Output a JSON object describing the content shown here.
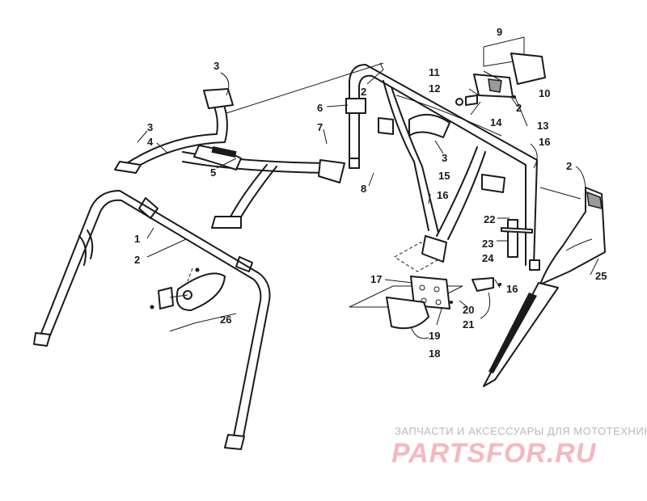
{
  "diagram": {
    "callouts": [
      {
        "id": "c1",
        "text": "1"
      },
      {
        "id": "c2a",
        "text": "2"
      },
      {
        "id": "c2b",
        "text": "2"
      },
      {
        "id": "c2c",
        "text": "2"
      },
      {
        "id": "c2d",
        "text": "2"
      },
      {
        "id": "c3a",
        "text": "3"
      },
      {
        "id": "c3b",
        "text": "3"
      },
      {
        "id": "c3c",
        "text": "3"
      },
      {
        "id": "c4",
        "text": "4"
      },
      {
        "id": "c5",
        "text": "5"
      },
      {
        "id": "c6",
        "text": "6"
      },
      {
        "id": "c7",
        "text": "7"
      },
      {
        "id": "c8",
        "text": "8"
      },
      {
        "id": "c9",
        "text": "9"
      },
      {
        "id": "c10",
        "text": "10"
      },
      {
        "id": "c11",
        "text": "11"
      },
      {
        "id": "c12",
        "text": "12"
      },
      {
        "id": "c13",
        "text": "13"
      },
      {
        "id": "c14",
        "text": "14"
      },
      {
        "id": "c15",
        "text": "15"
      },
      {
        "id": "c16a",
        "text": "16"
      },
      {
        "id": "c16b",
        "text": "16"
      },
      {
        "id": "c16c",
        "text": "16"
      },
      {
        "id": "c17",
        "text": "17"
      },
      {
        "id": "c18",
        "text": "18"
      },
      {
        "id": "c19",
        "text": "19"
      },
      {
        "id": "c20",
        "text": "20"
      },
      {
        "id": "c21",
        "text": "21"
      },
      {
        "id": "c22",
        "text": "22"
      },
      {
        "id": "c23",
        "text": "23"
      },
      {
        "id": "c24",
        "text": "24"
      },
      {
        "id": "c25",
        "text": "25"
      },
      {
        "id": "c26",
        "text": "26"
      }
    ]
  },
  "watermark": {
    "tagline": "ЗАПЧАСТИ И АКСЕССУАРЫ ДЛЯ МОТОТЕХНИКИ",
    "brand": "PARTSFOR.RU"
  }
}
